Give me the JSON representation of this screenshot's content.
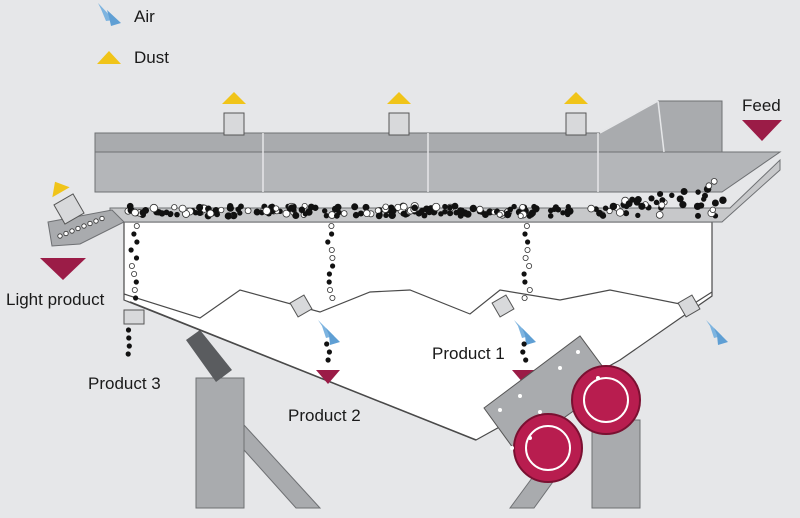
{
  "legend": {
    "air": "Air",
    "dust": "Dust"
  },
  "labels": {
    "feed": "Feed",
    "light_product": "Light product",
    "product_1": "Product 1",
    "product_2": "Product 2",
    "product_3": "Product 3"
  },
  "colors": {
    "background": "#e6e7e9",
    "housing": "#a9abae",
    "housing_dark": "#8e9093",
    "deck": "#ffffff",
    "outline": "#4a4a4a",
    "product_arrow": "#9b1c47",
    "dust_arrow": "#f0c419",
    "air_arrow": "#7db4e0",
    "motor": "#b81d4f",
    "particle_dark": "#111111",
    "particle_light": "#ffffff"
  },
  "icons": {
    "air": "air-arrow-icon",
    "dust": "dust-arrow-icon",
    "product": "product-arrow-icon"
  }
}
